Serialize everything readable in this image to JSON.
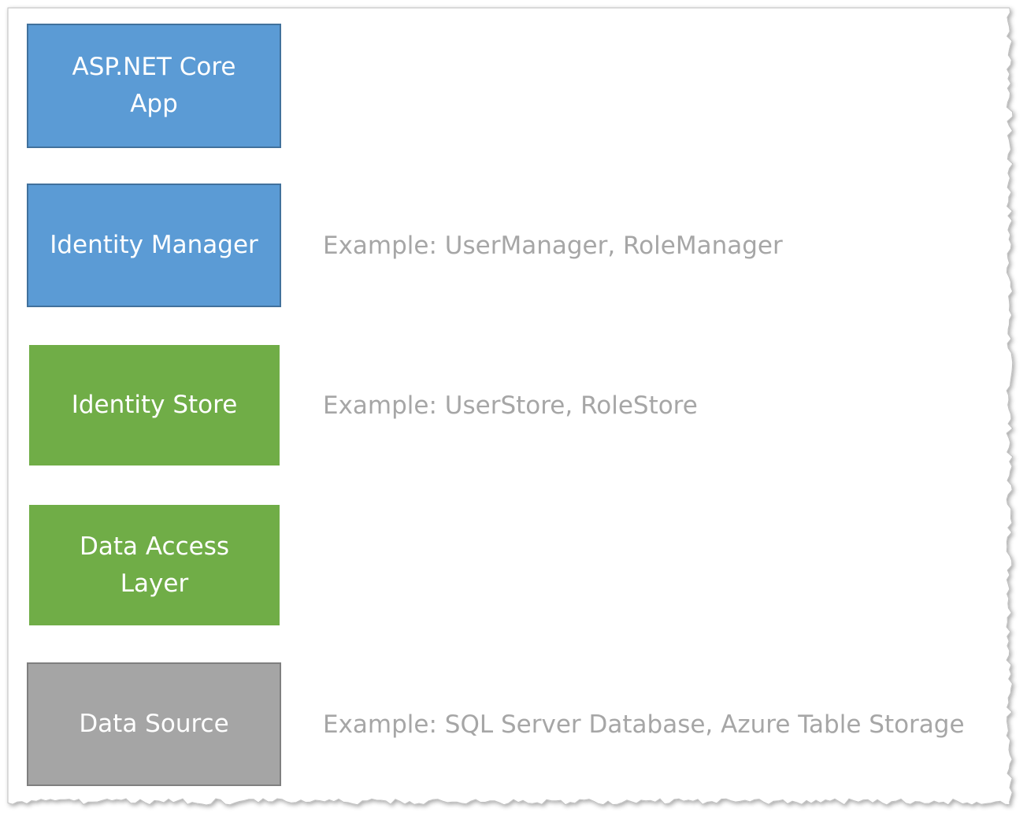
{
  "layers": [
    {
      "label": "ASP.NET Core\nApp",
      "color": "#5b9bd5"
    },
    {
      "label": "Identity Manager",
      "color": "#5b9bd5",
      "example": "Example: UserManager, RoleManager"
    },
    {
      "label": "Identity Store",
      "color": "#70ad47",
      "example": "Example: UserStore, RoleStore"
    },
    {
      "label": "Data Access\nLayer",
      "color": "#70ad47"
    },
    {
      "label": "Data Source",
      "color": "#a5a5a5",
      "example": "Example: SQL Server Database, Azure Table Storage"
    }
  ],
  "colors": {
    "example_text": "#a6a6a6",
    "box_text": "#ffffff"
  }
}
